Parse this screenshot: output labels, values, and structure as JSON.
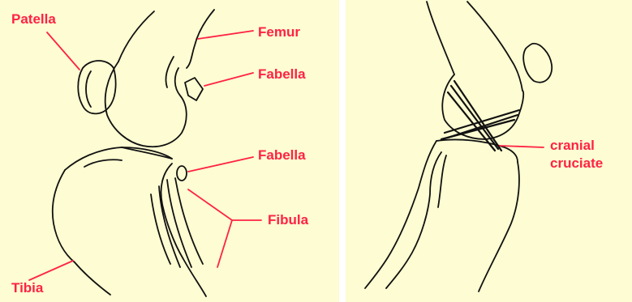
{
  "left_panel": {
    "labels": {
      "patella": "Patella",
      "femur": "Femur",
      "fabella_upper": "Fabella",
      "fabella_lower": "Fabella",
      "fibula": "Fibula",
      "tibia": "Tibia"
    }
  },
  "right_panel": {
    "labels": {
      "cranial_cruciate_line1": "cranial",
      "cranial_cruciate_line2": "cruciate"
    }
  },
  "colors": {
    "background": "#fdfcd2",
    "label": "#ff2244",
    "line": "#111111"
  }
}
